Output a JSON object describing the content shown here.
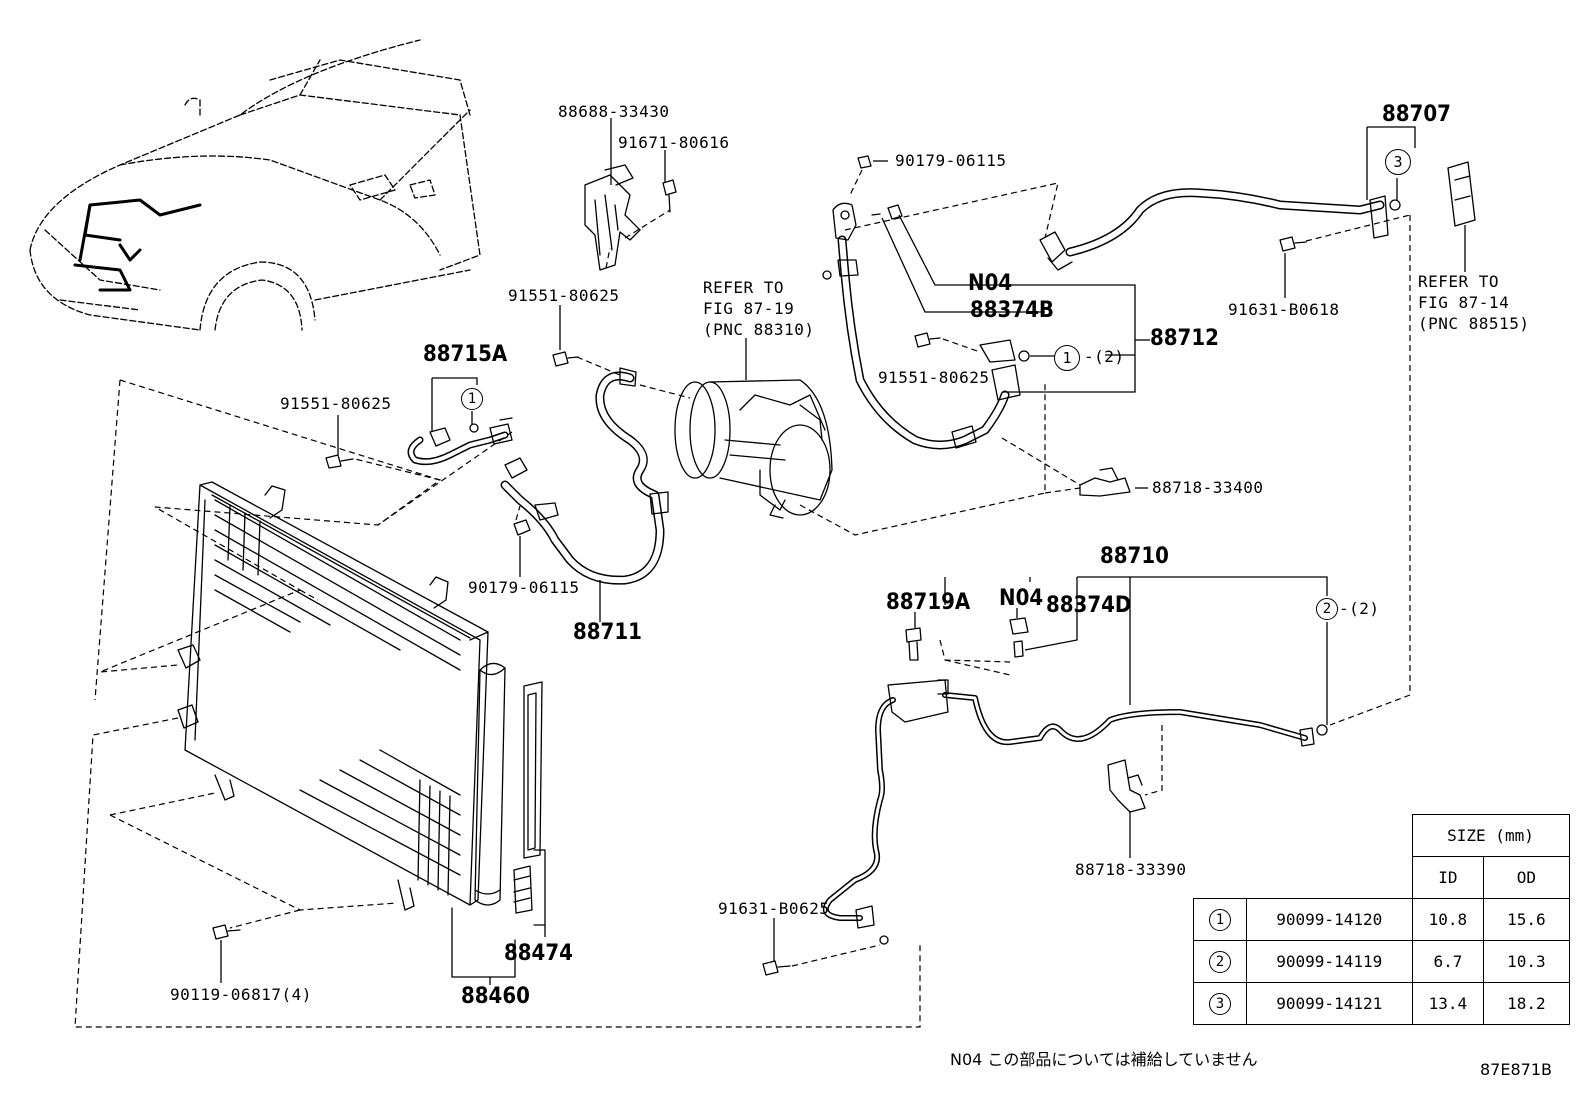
{
  "parts": {
    "p88688": "88688-33430",
    "p91671": "91671-80616",
    "p90179_top": "90179-06115",
    "p88707": "88707",
    "p91551_a": "91551-80625",
    "p91551_b": "91551-80625",
    "p91551_c": "91551-80625",
    "refer_1_l1": "REFER TO",
    "refer_1_l2": "FIG 87-19",
    "refer_1_l3": "(PNC 88310)",
    "refer_2_l1": "REFER TO",
    "refer_2_l2": "FIG 87-14",
    "refer_2_l3": "(PNC 88515)",
    "pN04_a": "N04",
    "p88374B": "88374B",
    "p88712": "88712",
    "p91631_b0618": "91631-B0618",
    "p88715A": "88715A",
    "p88718_33400": "88718-33400",
    "p90179_mid": "90179-06115",
    "p88711": "88711",
    "p88710": "88710",
    "p88719A": "88719A",
    "pN04_b": "N04",
    "p88374D": "88374D",
    "p88718_33390": "88718-33390",
    "p91631_b0625": "91631-B0625",
    "p88474": "88474",
    "p88460": "88460",
    "p90119": "90119-06817(4)",
    "mult_2": "-(2)",
    "mult_2b": "-(2)"
  },
  "circled": {
    "c1": "1",
    "c3": "3",
    "c1b": "1",
    "c2": "2"
  },
  "size_table": {
    "header": "SIZE (mm)",
    "col_id": "ID",
    "col_od": "OD",
    "rows": [
      {
        "num": "1",
        "part": "90099-14120",
        "id": "10.8",
        "od": "15.6"
      },
      {
        "num": "2",
        "part": "90099-14119",
        "id": "6.7",
        "od": "10.3"
      },
      {
        "num": "3",
        "part": "90099-14121",
        "id": "13.4",
        "od": "18.2"
      }
    ]
  },
  "footer": {
    "note": "N04 この部品については補給していません",
    "figure_code": "87E871B"
  }
}
